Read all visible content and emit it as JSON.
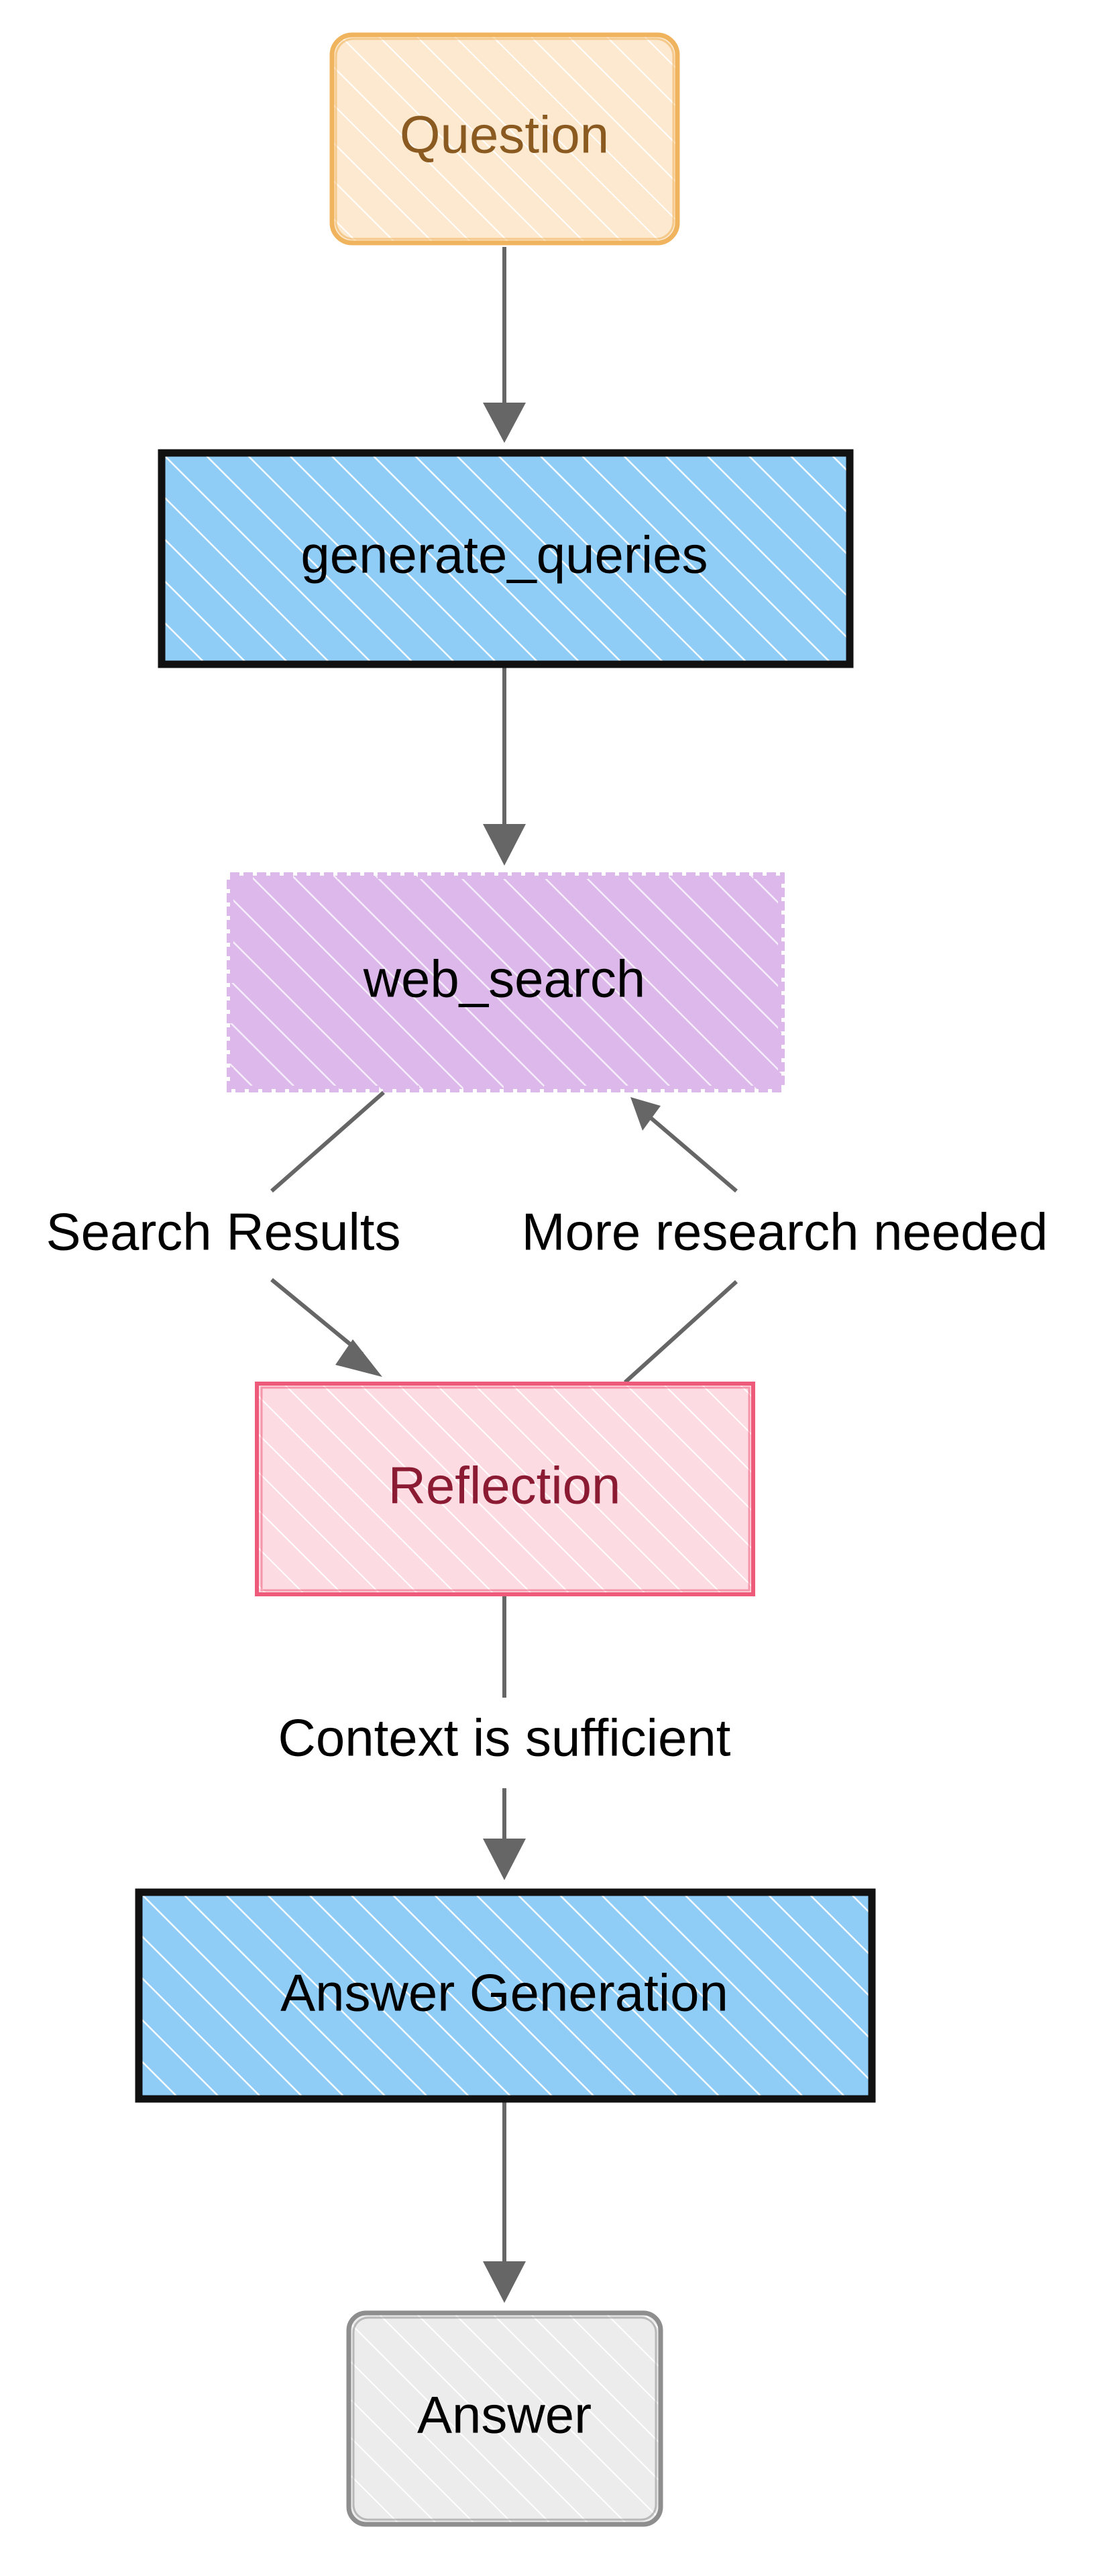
{
  "nodes": {
    "question": {
      "label": "Question",
      "fill": "#fde9cf",
      "stroke": "#f0b45e",
      "text": "#8a5a21"
    },
    "generate_queries": {
      "label": "generate_queries",
      "fill": "#8fcdf7",
      "stroke": "#111111",
      "text": "#000000"
    },
    "web_search": {
      "label": "web_search",
      "fill": "#dcb9ea",
      "stroke": "#dcb9ea",
      "text": "#000000"
    },
    "reflection": {
      "label": "Reflection",
      "fill": "#fddbe2",
      "stroke": "#ee5b7a",
      "text": "#8b1b32"
    },
    "answer_generation": {
      "label": "Answer Generation",
      "fill": "#8fcdf7",
      "stroke": "#111111",
      "text": "#000000"
    },
    "answer": {
      "label": "Answer",
      "fill": "#ececec",
      "stroke": "#8e8e8e",
      "text": "#000000"
    }
  },
  "edges": {
    "search_results": "Search Results",
    "more_research": "More research needed",
    "context_sufficient": "Context is sufficient"
  },
  "colors": {
    "arrow": "#666666"
  }
}
